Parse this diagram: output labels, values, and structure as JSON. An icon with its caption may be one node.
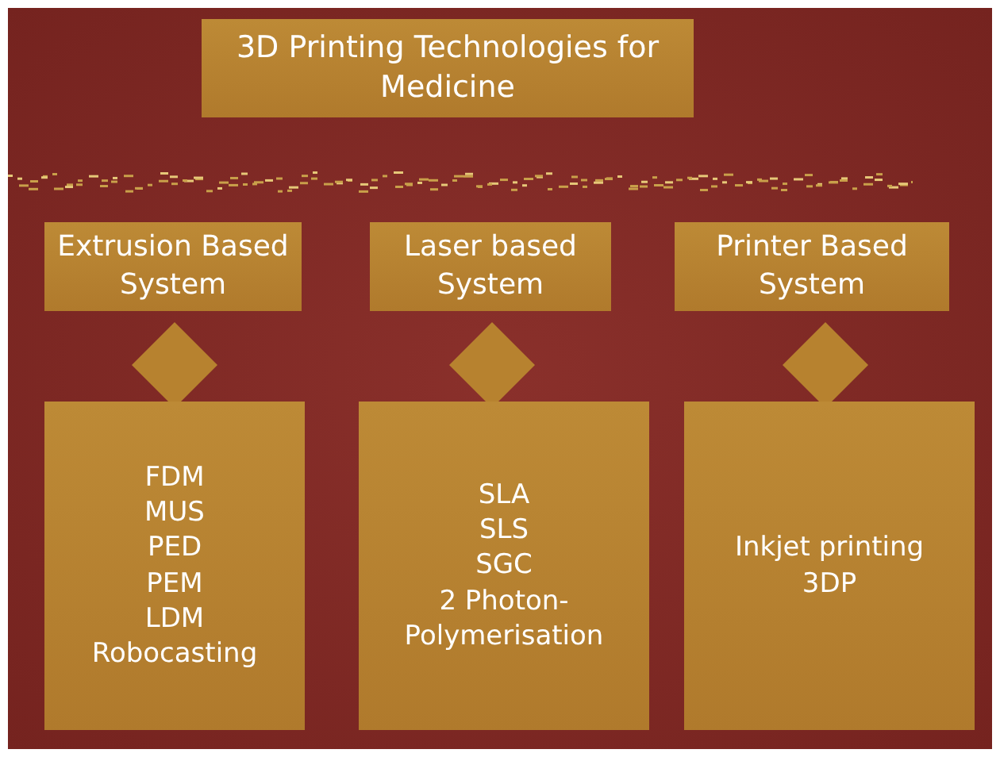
{
  "diagram": {
    "nodes": [
      {
        "text": [
          "3D Printing Technologies for Medicine"
        ]
      },
      {
        "text": [
          "Extrusion Based System"
        ]
      },
      {
        "text": [
          "Laser based System"
        ]
      },
      {
        "text": [
          "Printer Based System"
        ]
      },
      {
        "text": [],
        "shape": "diamond"
      },
      {
        "text": [],
        "shape": "diamond"
      },
      {
        "text": [],
        "shape": "diamond"
      },
      {
        "text": [
          "FDM",
          "MUS",
          "PED",
          "PEM",
          "LDM",
          "Robocasting"
        ]
      },
      {
        "text": [
          "SLA",
          "SLS",
          "SGC",
          "2 Photon- Polymerisation"
        ]
      },
      {
        "text": [
          "Inkjet printing",
          "3DP"
        ]
      }
    ]
  }
}
